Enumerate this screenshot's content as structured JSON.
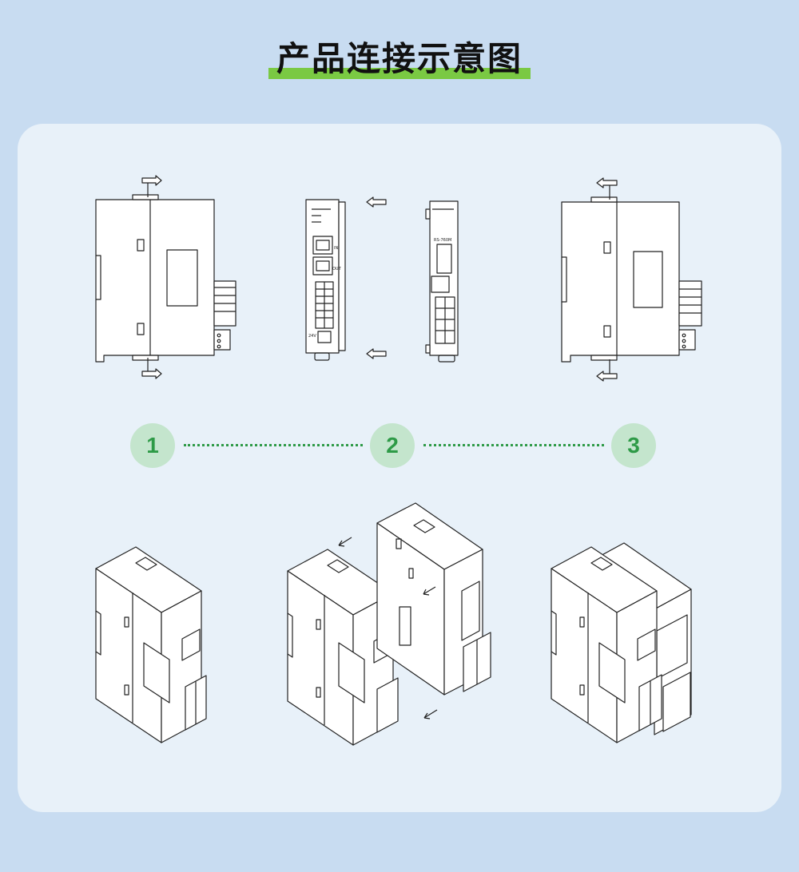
{
  "title": "产品连接示意图",
  "steps": [
    "1",
    "2",
    "3"
  ],
  "colors": {
    "background": "#c8dcf1",
    "panel": "#e8f1f9",
    "accent_green": "#2e9a47",
    "step_circle": "#c4e5cd",
    "title_underline": "#7ac943",
    "line_art": "#222222"
  },
  "device_labels": {
    "port_in": "IN",
    "port_out": "OUT",
    "model": "RS-760M",
    "power": "24V"
  }
}
